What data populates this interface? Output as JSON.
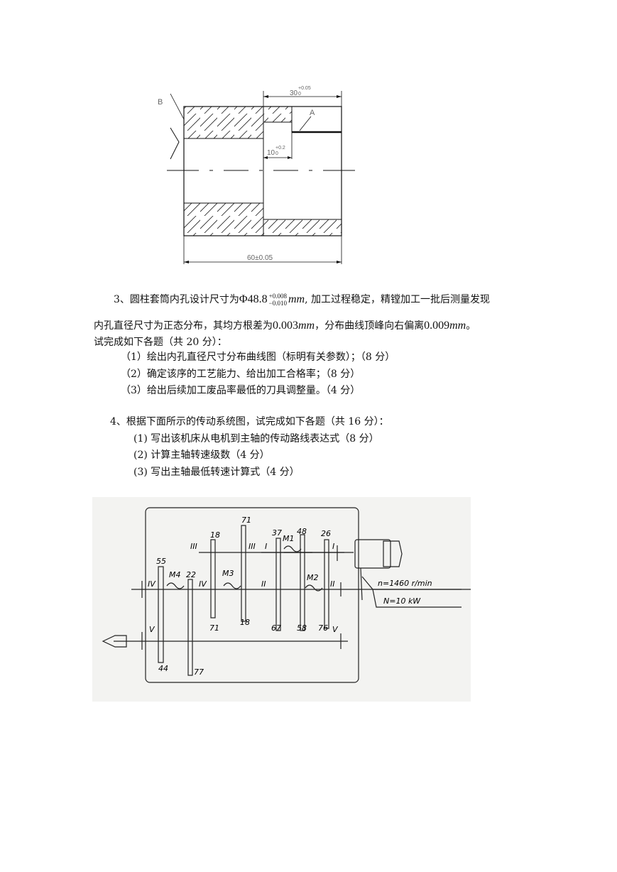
{
  "figure1": {
    "label_B": "B",
    "label_A": "A",
    "dim_top": {
      "base": "30",
      "upper": "+0.05",
      "lower": "0"
    },
    "dim_mid": {
      "base": "10",
      "upper": "+0.2",
      "lower": "0"
    },
    "dim_bottom": "60±0.05"
  },
  "q3": {
    "line1_prefix": "3、圆柱套筒内孔设计尺寸为",
    "phi": "Φ48.8",
    "tol_upper": "+0.008",
    "tol_lower": "−0.010",
    "unit": "mm",
    "line1_suffix": ", 加工过程稳定，精镗加工一批后测量发现",
    "line2_prefix": "内孔直径尺寸为正态分布，其均方根差为",
    "sigma": "0.003",
    "line2_mid": "，分布曲线顶峰向右偏离",
    "offset": "0.009",
    "line2_end": "。",
    "line3": "试完成如下各题（共 20 分）：",
    "items": [
      "（1）绘出内孔直径尺寸分布曲线图（标明有关参数）；（8 分）",
      "（2）确定该序的工艺能力、给出加工合格率；（8 分）",
      "（3）给出后续加工废品率最低的刀具调整量。（4 分）"
    ]
  },
  "q4": {
    "title": "4、根据下面所示的传动系统图，试完成如下各题（共 16 分）：",
    "items": [
      "(1)  写出该机床从电机到主轴的传动路线表达式（8 分）",
      "(2)  计算主轴转速级数（4 分）",
      "(3)  写出主轴最低转速计算式（4 分）"
    ]
  },
  "figure2": {
    "gears": [
      "18",
      "71",
      "37",
      "48",
      "26",
      "55",
      "22",
      "71",
      "18",
      "67",
      "58",
      "76",
      "44",
      "77"
    ],
    "shafts": [
      "III",
      "III",
      "I",
      "I",
      "IV",
      "IV",
      "II",
      "II",
      "V",
      "V"
    ],
    "clutches": [
      "M1",
      "M4",
      "M3",
      "M2"
    ],
    "motor_speed": "n=1460 r/min",
    "motor_power": "N=10 kW"
  }
}
